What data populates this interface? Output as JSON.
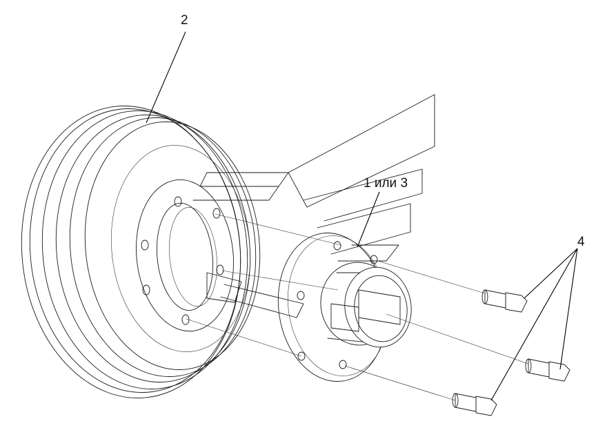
{
  "callouts": {
    "pulley": "2",
    "hub": "1 или 3",
    "bolts": "4"
  },
  "colors": {
    "line": "#1a1a1a",
    "background": "#ffffff"
  }
}
